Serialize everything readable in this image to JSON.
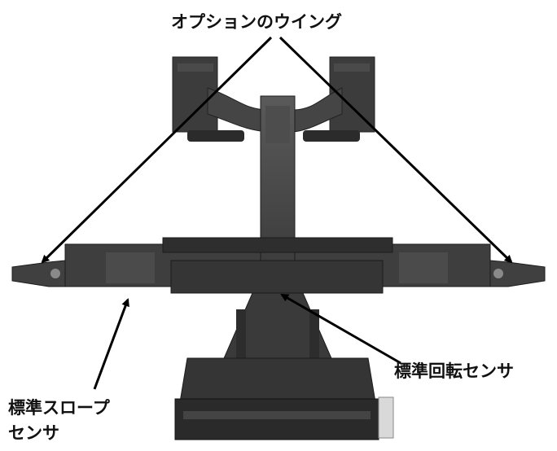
{
  "labels": {
    "optional_wings": "オプションのウイング",
    "standard_rotation_sensor": "標準回転センサ",
    "standard_slope_sensor_line1": "標準スロープ",
    "standard_slope_sensor_line2": "センサ"
  },
  "colors": {
    "machine_dark": "#3a3a3a",
    "machine_mid": "#555555",
    "machine_light": "#7a7a7a",
    "arrow": "#000000",
    "background": "#ffffff"
  }
}
